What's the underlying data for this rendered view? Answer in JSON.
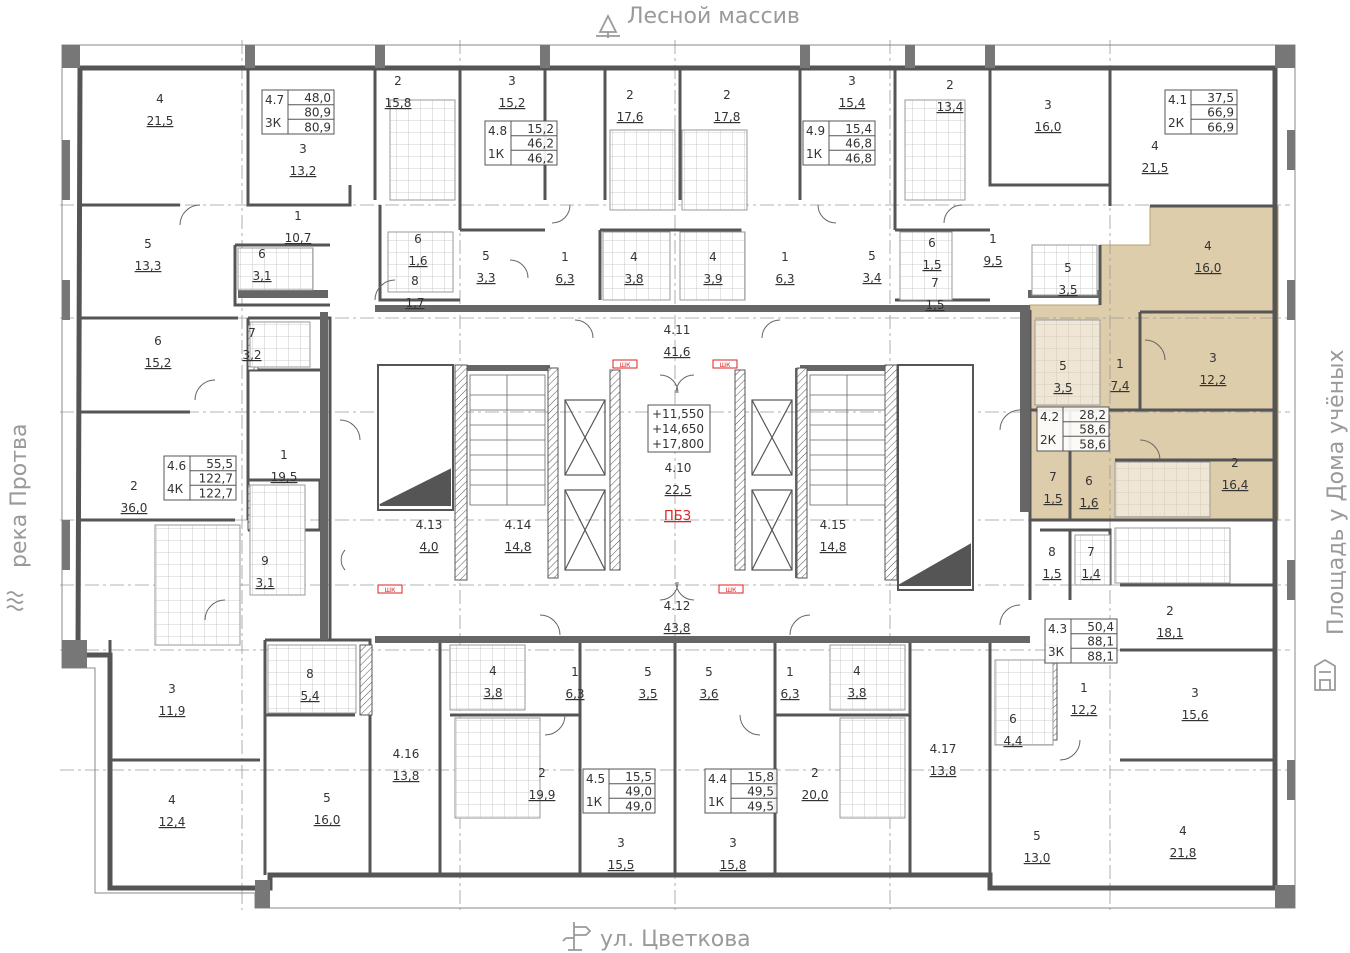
{
  "orientation": {
    "top": "Лесной массив",
    "bottom": "ул. Цветкова",
    "left": "река Протва",
    "right": "Площадь у Дома учёных",
    "icons": [
      "tree-icon",
      "signpost-icon",
      "wave-icon",
      "building-icon"
    ]
  },
  "highlight_color": "#d8c49c",
  "apartments": [
    {
      "num": "4.7",
      "type": "3К",
      "areas": [
        "48,0",
        "80,9",
        "80,9"
      ]
    },
    {
      "num": "4.8",
      "type": "1К",
      "areas": [
        "15,2",
        "46,2",
        "46,2"
      ]
    },
    {
      "num": "4.9",
      "type": "1К",
      "areas": [
        "15,4",
        "46,8",
        "46,8"
      ]
    },
    {
      "num": "4.1",
      "type": "2К",
      "areas": [
        "37,5",
        "66,9",
        "66,9"
      ]
    },
    {
      "num": "4.6",
      "type": "4К",
      "areas": [
        "55,5",
        "122,7",
        "122,7"
      ]
    },
    {
      "num": "4.2",
      "type": "2К",
      "areas": [
        "28,2",
        "58,6",
        "58,6"
      ]
    },
    {
      "num": "4.3",
      "type": "3К",
      "areas": [
        "50,4",
        "88,1",
        "88,1"
      ]
    },
    {
      "num": "4.5",
      "type": "1К",
      "areas": [
        "15,5",
        "49,0",
        "49,0"
      ]
    },
    {
      "num": "4.4",
      "type": "1К",
      "areas": [
        "15,8",
        "49,5",
        "49,5"
      ]
    }
  ],
  "rooms": [
    {
      "n": "4",
      "a": "21,5"
    },
    {
      "n": "3",
      "a": "13,2"
    },
    {
      "n": "2",
      "a": "15,8"
    },
    {
      "n": "3",
      "a": "15,2"
    },
    {
      "n": "2",
      "a": "17,6"
    },
    {
      "n": "2",
      "a": "17,8"
    },
    {
      "n": "3",
      "a": "15,4"
    },
    {
      "n": "2",
      "a": "13,4"
    },
    {
      "n": "3",
      "a": "16,0"
    },
    {
      "n": "4",
      "a": "21,5"
    },
    {
      "n": "5",
      "a": "13,3"
    },
    {
      "n": "1",
      "a": "10,7"
    },
    {
      "n": "6",
      "a": "3,1"
    },
    {
      "n": "6",
      "a": "1,6"
    },
    {
      "n": "8",
      "a": "1,7"
    },
    {
      "n": "5",
      "a": "3,3"
    },
    {
      "n": "1",
      "a": "6,3"
    },
    {
      "n": "4",
      "a": "3,8"
    },
    {
      "n": "4",
      "a": "3,9"
    },
    {
      "n": "1",
      "a": "6,3"
    },
    {
      "n": "5",
      "a": "3,4"
    },
    {
      "n": "6",
      "a": "1,5"
    },
    {
      "n": "7",
      "a": "1,5"
    },
    {
      "n": "1",
      "a": "9,5"
    },
    {
      "n": "5",
      "a": "3,5"
    },
    {
      "n": "4",
      "a": "16,0"
    },
    {
      "n": "6",
      "a": "15,2"
    },
    {
      "n": "7",
      "a": "3,2"
    },
    {
      "n": "4.11",
      "a": "41,6"
    },
    {
      "n": "5",
      "a": "3,5"
    },
    {
      "n": "1",
      "a": "7,4"
    },
    {
      "n": "3",
      "a": "12,2"
    },
    {
      "n": "1",
      "a": "19,5"
    },
    {
      "n": "2",
      "a": "36,0"
    },
    {
      "n": "4.10",
      "a": "22,5"
    },
    {
      "n": "7",
      "a": "1,5"
    },
    {
      "n": "6",
      "a": "1,6"
    },
    {
      "n": "2",
      "a": "16,4"
    },
    {
      "n": "4.13",
      "a": "4,0"
    },
    {
      "n": "4.14",
      "a": "14,8"
    },
    {
      "n": "4.15",
      "a": "14,8"
    },
    {
      "n": "9",
      "a": "3,1"
    },
    {
      "n": "8",
      "a": "1,5"
    },
    {
      "n": "7",
      "a": "1,4"
    },
    {
      "n": "4.12",
      "a": "43,8"
    },
    {
      "n": "2",
      "a": "18,1"
    },
    {
      "n": "8",
      "a": "5,4"
    },
    {
      "n": "4",
      "a": "3,8"
    },
    {
      "n": "1",
      "a": "6,3"
    },
    {
      "n": "5",
      "a": "3,5"
    },
    {
      "n": "5",
      "a": "3,6"
    },
    {
      "n": "1",
      "a": "6,3"
    },
    {
      "n": "4",
      "a": "3,8"
    },
    {
      "n": "3",
      "a": "11,9"
    },
    {
      "n": "1",
      "a": "12,2"
    },
    {
      "n": "3",
      "a": "15,6"
    },
    {
      "n": "6",
      "a": "4,4"
    },
    {
      "n": "4.16",
      "a": "13,8"
    },
    {
      "n": "4.17",
      "a": "13,8"
    },
    {
      "n": "2",
      "a": "19,9"
    },
    {
      "n": "2",
      "a": "20,0"
    },
    {
      "n": "4",
      "a": "12,4"
    },
    {
      "n": "5",
      "a": "16,0"
    },
    {
      "n": "3",
      "a": "15,5"
    },
    {
      "n": "3",
      "a": "15,8"
    },
    {
      "n": "5",
      "a": "13,0"
    },
    {
      "n": "4",
      "a": "21,8"
    }
  ],
  "elevations": [
    "+11,550",
    "+14,650",
    "+17,800"
  ],
  "pbz": "ПБЗ",
  "shk_label": "ШК"
}
